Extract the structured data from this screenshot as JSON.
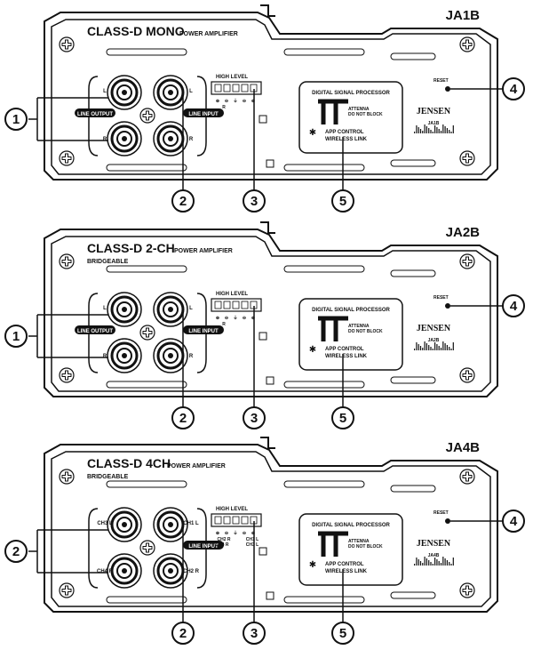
{
  "panels": [
    {
      "model": "JA1B",
      "title": "CLASS-D MONO",
      "title_suffix": "POWER AMPLIFIER",
      "subtitle": "",
      "high_level": "HIGH LEVEL",
      "high_level_under": "R",
      "high_level_under2": "",
      "dsp_title": "DIGITAL SIGNAL PROCESSOR",
      "antenna": "ATTENNA",
      "do_not_block": "DO NOT BLOCK",
      "app_control": "APP CONTROL",
      "wireless": "WIRELESS LINK",
      "reset": "RESET",
      "brand": "JENSEN",
      "badge_model": "JA1B",
      "line_left": "LINE OUTPUT",
      "line_right": "LINE INPUT",
      "jack_labels": [
        "L",
        "R",
        "L",
        "R"
      ],
      "callouts": [
        "1",
        "2",
        "3",
        "4",
        "5"
      ]
    },
    {
      "model": "JA2B",
      "title": "CLASS-D 2-CH",
      "title_suffix": "POWER AMPLIFIER",
      "subtitle": "BRIDGEABLE",
      "high_level": "HIGH LEVEL",
      "high_level_under": "R",
      "high_level_under2": "",
      "dsp_title": "DIGITAL SIGNAL PROCESSOR",
      "antenna": "ATTENNA",
      "do_not_block": "DO NOT BLOCK",
      "app_control": "APP CONTROL",
      "wireless": "WIRELESS LINK",
      "reset": "RESET",
      "brand": "JENSEN",
      "badge_model": "JA2B",
      "line_left": "LINE OUTPUT",
      "line_right": "LINE INPUT",
      "jack_labels": [
        "L",
        "R",
        "L",
        "R"
      ],
      "callouts": [
        "1",
        "2",
        "3",
        "4",
        "5"
      ]
    },
    {
      "model": "JA4B",
      "title": "CLASS-D 4CH",
      "title_suffix": "POWER AMPLIFIER",
      "subtitle": "BRIDGEABLE",
      "high_level": "HIGH LEVEL",
      "high_level_under": "CH2 R",
      "high_level_under2": "CH4 R",
      "dsp_title": "DIGITAL SIGNAL PROCESSOR",
      "antenna": "ATTENNA",
      "do_not_block": "DO NOT BLOCK",
      "app_control": "APP CONTROL",
      "wireless": "WIRELESS LINK",
      "reset": "RESET",
      "brand": "JENSEN",
      "badge_model": "JA4B",
      "line_left": "",
      "line_right": "LINE INPUT",
      "jack_labels": [
        "CH3 L",
        "CH4 R",
        "CH1 L",
        "CH2 R"
      ],
      "hl_right_1": "CH1 L",
      "hl_right_2": "CH3 L",
      "callouts": [
        "2",
        "2",
        "3",
        "4",
        "5"
      ]
    }
  ]
}
